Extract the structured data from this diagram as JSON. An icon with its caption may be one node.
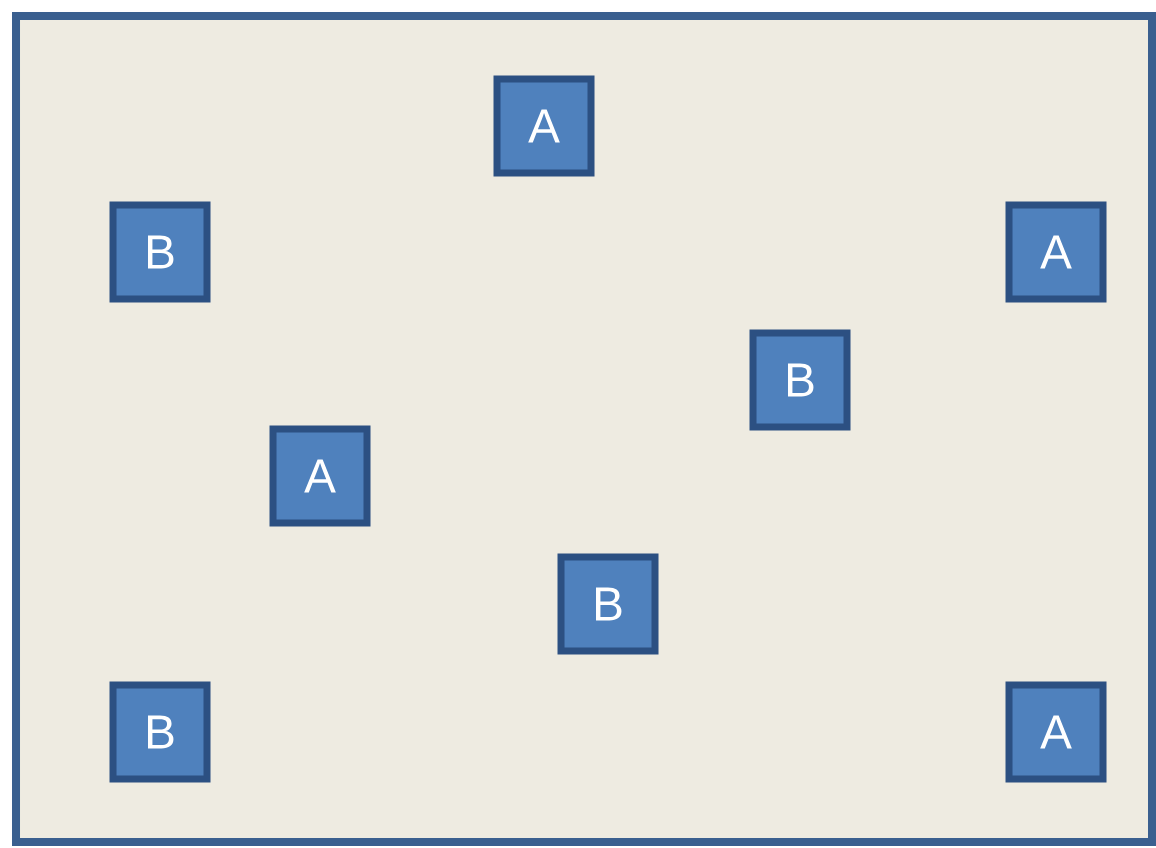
{
  "diagram": {
    "nodes": [
      {
        "text": [
          "A"
        ]
      },
      {
        "text": [
          "B"
        ]
      },
      {
        "text": [
          "A"
        ]
      },
      {
        "text": [
          "B"
        ]
      },
      {
        "text": [
          "A"
        ]
      },
      {
        "text": [
          "B"
        ]
      },
      {
        "text": [
          "B"
        ]
      },
      {
        "text": [
          "A"
        ]
      }
    ]
  }
}
